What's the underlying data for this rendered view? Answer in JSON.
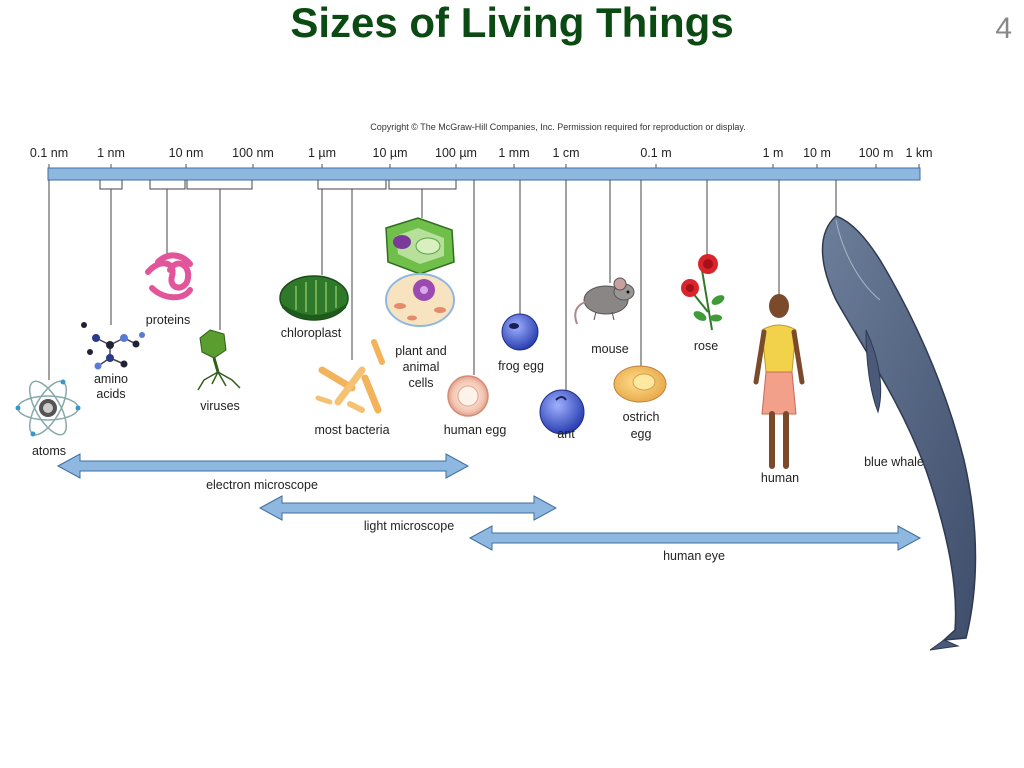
{
  "title": "Sizes of Living Things",
  "slide_number": "4",
  "copyright": "Copyright © The McGraw-Hill Companies, Inc. Permission required for reproduction or display.",
  "scale_labels": [
    "0.1 nm",
    "1 nm",
    "10 nm",
    "100 nm",
    "1 µm",
    "10 µm",
    "100 µm",
    "1 mm",
    "1 cm",
    "0.1 m",
    "1 m",
    "10 m",
    "100 m",
    "1 km"
  ],
  "items": {
    "atoms": "atoms",
    "amino_acids": [
      "amino",
      "acids"
    ],
    "proteins": "proteins",
    "viruses": "viruses",
    "chloroplast": "chloroplast",
    "most_bacteria": "most bacteria",
    "plant_animal_cells": [
      "plant and",
      "animal",
      "cells"
    ],
    "human_egg": "human egg",
    "frog_egg": "frog egg",
    "ant": "ant",
    "mouse": "mouse",
    "ostrich_egg": [
      "ostrich",
      "egg"
    ],
    "rose": "rose",
    "human": "human",
    "blue_whale": "blue whale"
  },
  "ranges": {
    "electron_microscope": "electron microscope",
    "light_microscope": "light microscope",
    "human_eye": "human eye"
  },
  "colors": {
    "title": "#0b4a12",
    "scale_bar": "#8fb8e0",
    "range_arrow": "#8fb8e0"
  }
}
